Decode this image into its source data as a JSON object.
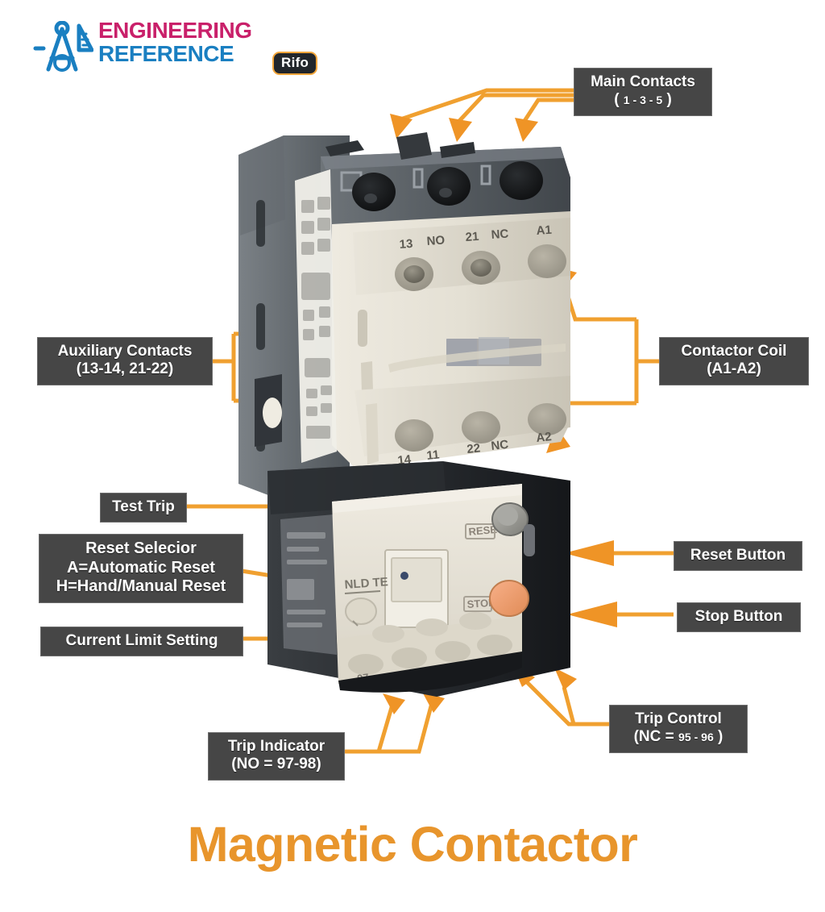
{
  "logo": {
    "line1": "ENGINEERING",
    "line2": "REFERENCE",
    "badge": "Rifo",
    "mark_icon": "drafting-compass-icon",
    "colors": {
      "magenta": "#c9206a",
      "blue": "#1a7fc1",
      "badge_border": "#f2a63b"
    }
  },
  "title": "Magnetic Contactor",
  "theme": {
    "arrow_orange": "#ef9426",
    "leader_orange": "#f0a030",
    "callout_bg": "#464646",
    "callout_border": "#6d6d6d",
    "callout_text": "#ffffff",
    "title_orange": "#e8952c",
    "body_cream": "#e6e2d6",
    "body_dark": "#4a4e52",
    "reset_button": "#9a9a96",
    "stop_button": "#f0a070"
  },
  "callouts": [
    {
      "id": "main-contacts",
      "line1": "Main Contacts",
      "line2_prefix": "( ",
      "line2_code": "1 - 3 - 5",
      "line2_suffix": " )"
    },
    {
      "id": "auxiliary-contacts",
      "line1": "Auxiliary Contacts",
      "line2": "(13-14, 21-22)"
    },
    {
      "id": "contactor-coil",
      "line1": "Contactor Coil",
      "line2": "(A1-A2)"
    },
    {
      "id": "test-trip",
      "line1": "Test Trip"
    },
    {
      "id": "reset-selector",
      "line1": "Reset Selecior",
      "line2": "A=Automatic Reset",
      "line3": "H=Hand/Manual Reset"
    },
    {
      "id": "current-limit-setting",
      "line1": "Current Limit Setting"
    },
    {
      "id": "reset-button",
      "line1": "Reset Button"
    },
    {
      "id": "stop-button",
      "line1": "Stop Button"
    },
    {
      "id": "trip-control",
      "line1": "Trip Control",
      "line2_prefix": "(NC = ",
      "line2_code": "95 - 96",
      "line2_suffix": " )"
    },
    {
      "id": "trip-indicator",
      "line1": "Trip Indicator",
      "line2": "(NO = 97-98)"
    }
  ],
  "device": {
    "name": "magnetic-contactor-with-thermal-overload-relay",
    "main_terminal_count": 3,
    "aux_terminal_count": 3,
    "relay_terminal_count": 4
  }
}
